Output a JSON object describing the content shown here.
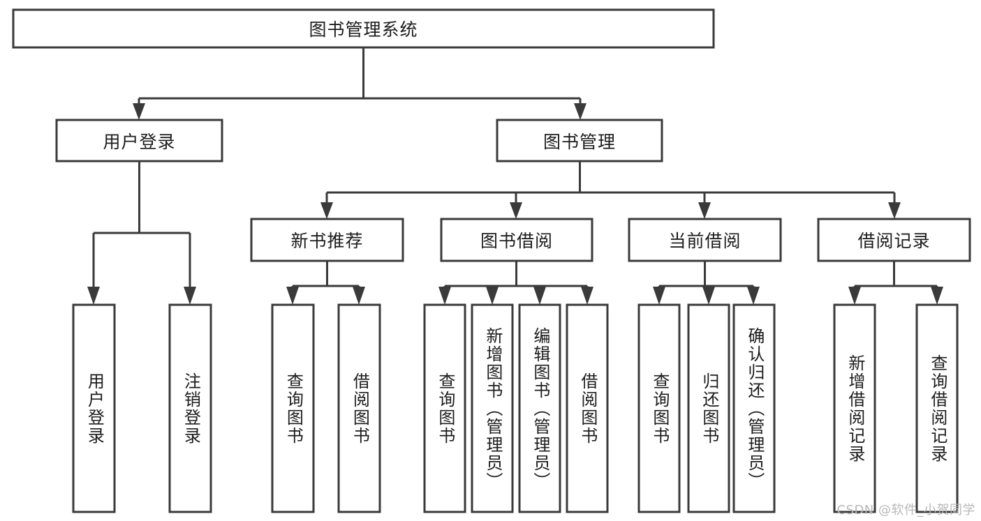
{
  "diagram": {
    "type": "hierarchy-tree",
    "title": "图书管理系统",
    "watermark": "CSDN @软件_小贺同学",
    "colors": {
      "stroke": "#3a3a3a",
      "box_fill": "#ffffff",
      "text": "#1c1c1c",
      "background": "#ffffff",
      "watermark": "#b8b8b8"
    },
    "root": {
      "label": "图书管理系统"
    },
    "level1": [
      {
        "label": "用户登录"
      },
      {
        "label": "图书管理"
      }
    ],
    "level2": [
      {
        "label": "新书推荐"
      },
      {
        "label": "图书借阅"
      },
      {
        "label": "当前借阅"
      },
      {
        "label": "借阅记录"
      }
    ],
    "leaves": {
      "user_login": [
        {
          "label": "用户登录"
        },
        {
          "label": "注销登录"
        }
      ],
      "new_book": [
        {
          "label": "查询图书"
        },
        {
          "label": "借阅图书"
        }
      ],
      "book_borrow": [
        {
          "label": "查询图书"
        },
        {
          "label": "新增图书（管理员）"
        },
        {
          "label": "编辑图书（管理员）"
        },
        {
          "label": "借阅图书"
        }
      ],
      "current_borrow": [
        {
          "label": "查询图书"
        },
        {
          "label": "归还图书"
        },
        {
          "label": "确认归还（管理员）"
        }
      ],
      "borrow_record": [
        {
          "label": "新增借阅记录"
        },
        {
          "label": "查询借阅记录"
        }
      ]
    }
  }
}
